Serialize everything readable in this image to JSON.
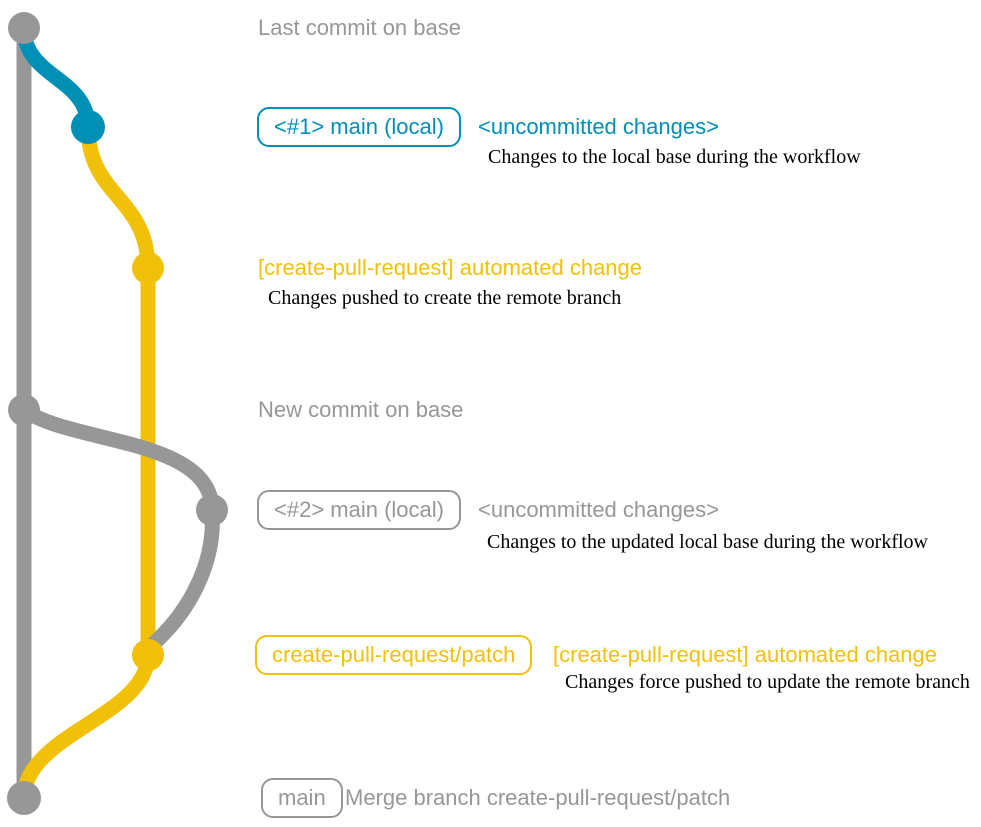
{
  "colors": {
    "base_gray": "#979797",
    "local_blue": "#008fb5",
    "branch_yellow": "#f1c109",
    "note_black": "#000000",
    "background": "#ffffff"
  },
  "graph": {
    "branches": [
      {
        "name": "base",
        "color_key": "base_gray"
      },
      {
        "name": "main (local)",
        "color_key": "local_blue"
      },
      {
        "name": "create-pull-request/patch",
        "color_key": "branch_yellow"
      }
    ],
    "commits": [
      {
        "id": "last-commit-on-base",
        "message": "Last commit on base"
      },
      {
        "id": "local-main-1",
        "label": "<#1> main (local)",
        "message": "<uncommitted changes>",
        "note": "Changes to the local base during the workflow"
      },
      {
        "id": "automated-change-1",
        "message": "[create-pull-request] automated change",
        "note": "Changes pushed to create the remote branch"
      },
      {
        "id": "new-commit-on-base",
        "message": "New commit on base"
      },
      {
        "id": "local-main-2",
        "label": "<#2> main (local)",
        "message": "<uncommitted changes>",
        "note": "Changes to the updated local base during the workflow"
      },
      {
        "id": "automated-change-2",
        "label": "create-pull-request/patch",
        "message": "[create-pull-request] automated change",
        "note": "Changes force pushed to update the remote branch"
      },
      {
        "id": "merge-commit",
        "label": "main",
        "message": "Merge branch create-pull-request/patch"
      }
    ]
  }
}
